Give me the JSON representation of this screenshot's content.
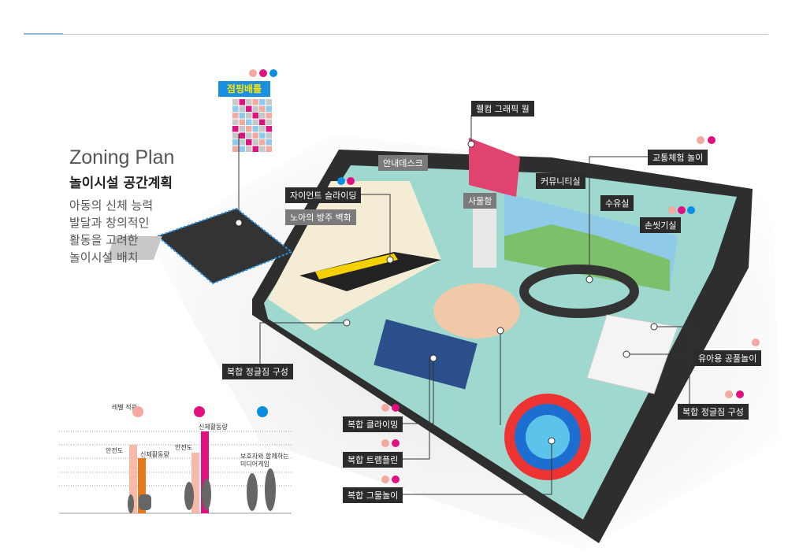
{
  "header": {
    "title_en": "Zoning Plan",
    "title_ko": "놀이시설 공간계획",
    "desc": [
      "아동의 신체 능력",
      "발달과 창의적인",
      "활동을 고려한",
      "놀이시설 배치"
    ]
  },
  "jumping_battle": "점핑배틀",
  "labels": {
    "welcome": "웰컴 그래픽 월",
    "info": "안내데스크",
    "giant": "자이언트 슬라이딩",
    "noah": "노아의 방주 벽화",
    "locker": "사물함",
    "community": "커뮤니티실",
    "traffic": "교통체험 놀이",
    "nursing": "수유실",
    "handwash": "손씻기실",
    "ballpool": "유아용 공풀놀이",
    "jungle_right": "복합 정글짐 구성",
    "jungle_left": "복합 정글짐 구성",
    "climbing": "복합 클라이밍",
    "trampoline": "복합 트램플린",
    "net": "복합 그물놀이"
  },
  "legend_chart": {
    "level_label": "레벨 적용",
    "groups": [
      {
        "bars": [
          "안전도",
          "신체활동량"
        ]
      },
      {
        "bars": [
          "안전도",
          "신체활동량"
        ]
      },
      {
        "caption": "보호자와 함께하는 미디어게임"
      }
    ]
  },
  "colors": {
    "pink": "#f3a8a0",
    "magenta": "#e0117f",
    "blue": "#0a8fe0",
    "orange": "#e87717"
  }
}
